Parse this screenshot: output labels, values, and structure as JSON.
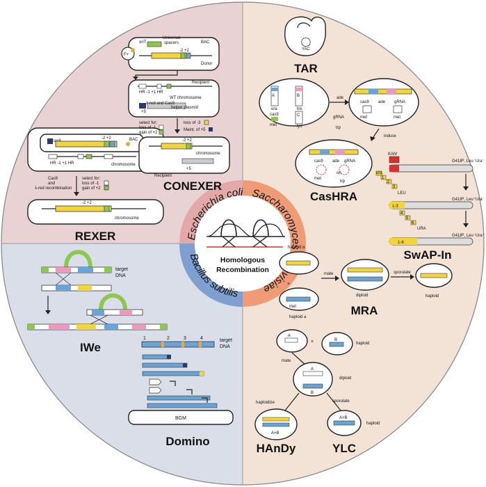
{
  "center": {
    "line1": "Homologous",
    "line2": "Recombination"
  },
  "ring": {
    "ecoli": "Escherichia coli",
    "scer": "Saccharomyces cerevisiae",
    "bsub": "Bacillus subtilis"
  },
  "methods": {
    "rexer": "REXER",
    "conexer": "CONEXER",
    "iwe": "IWe",
    "domino": "Domino",
    "tar": "TAR",
    "cashra": "CasHRA",
    "swapin": "SwAP-In",
    "mra": "MRA",
    "handy": "HAnDy",
    "ylc": "YLC"
  },
  "rexer_labels": {
    "cas9": "cas9",
    "bac": "BAC",
    "m2p2": "-2 +2",
    "hr": "HR -1 +1 HR",
    "chromosome": "chromosome",
    "arrow_left1": "Cas9",
    "arrow_left2": "and",
    "arrow_left3": "λ-red recombination",
    "select1": "select for:",
    "select2": "loss of -1",
    "select3": "gain of +2",
    "result_m2p2": "-2 +2",
    "result_chrom": "chromosome"
  },
  "conexer_labels": {
    "orit": "oriT",
    "universal": "Universal",
    "spacers": "spacers",
    "bac": "BAC",
    "fplus": "F+",
    "m2p2": "-2 +2",
    "donor": "Donor",
    "hr": "HR -1 +1 HR",
    "wt": "WT chromosome",
    "recipient": "Recipient",
    "helper1": "λ-red and Cas9",
    "helper2": "helper plasmid",
    "plus5": "+5",
    "sel1": "select for:",
    "sel2": "loss of -1",
    "sel3": "gain of +2",
    "sel4": "loss of -3",
    "sel5": "Maint. of +5",
    "res_m2p2": "-2 +2",
    "res_chrom": "chromosome",
    "res_plus5": "+5",
    "res_recipient": "Recipient"
  },
  "iwe_labels": {
    "target": "target",
    "dna": "DNA"
  },
  "domino_labels": {
    "n1": "1",
    "n2": "2",
    "n3": "3",
    "n4": "4",
    "target": "target",
    "dna": "DNA",
    "bgm": "BGM"
  },
  "tar_labels": {
    "yac": "YAC"
  },
  "cashra_labels": {
    "a": "A",
    "b": "B",
    "c": "C",
    "ura": "ura",
    "his": "his",
    "cas9": "cas9",
    "met": "met",
    "lys": "lys",
    "ade": "ade",
    "grna": "gRNA",
    "trp": "trp",
    "induce": "induce",
    "cas9b": "cas9",
    "adeb": "ade",
    "grnab": "gRNA",
    "metb": "met",
    "metc": "met",
    "cas9c": "cas9",
    "adec": "ade",
    "grnac": "gRNA",
    "oric": "ori",
    "metd": "met",
    "trpc": "trp"
  },
  "swapin_labels": {
    "kan": "KANʳ",
    "g1": "G418ᴿ, Leu⁻Ura⁻",
    "leu": "LEU",
    "g2": "G418ᴿ, Leu⁺Ura⁻",
    "ura": "URA",
    "g3": "G418ᴿ, Leu⁻Ura⁺",
    "s1": "1",
    "s2": "2",
    "s3": "3",
    "s4": "4",
    "s5": "5",
    "s6": "6",
    "s13": "1-3",
    "s16": "1-6",
    "tiny": "ura"
  },
  "mra_labels": {
    "haploid_alpha": "haploid α",
    "haploid_a": "haploid a",
    "mate": "mate",
    "diploid": "diploid",
    "sporulate": "sporulate",
    "haploid": "haploid",
    "met": "met"
  },
  "bottom_labels": {
    "a": "A",
    "b": "B",
    "haploid1": "haploid",
    "mate": "mate",
    "diploid": "diploid",
    "haploidize": "haploidize",
    "sporulate": "sporulate",
    "haploid2": "haploid",
    "ab": "A+B",
    "ab2": "A+B"
  },
  "colors": {
    "ecoli_bg": "#e8d2d3",
    "scer_bg": "#f3e3d6",
    "bsub_bg": "#d9dee9",
    "ring_ecoli": "#e3a9a8",
    "ring_scer": "#ef9b76",
    "ring_bsub": "#7f9fd0",
    "yellow": "#f2d53c",
    "blue": "#6aa4d6",
    "navy": "#2b3a6b",
    "green": "#8dc74f",
    "pink": "#ea9bbd",
    "orange": "#f2a33a",
    "red": "#d9302c"
  }
}
